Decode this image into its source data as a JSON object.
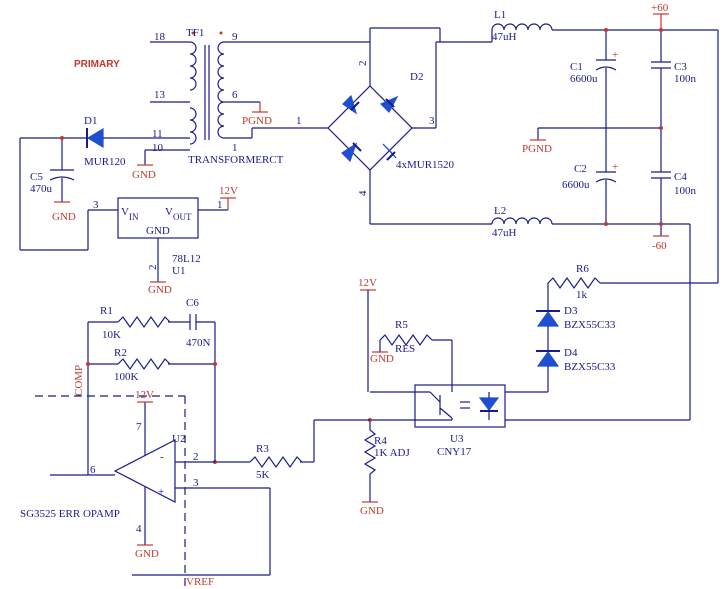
{
  "labels": {
    "tf1": "TF1",
    "primary": "PRIMARY",
    "transformer": "TRANSFORMERCT",
    "pin18": "18",
    "pin13": "13",
    "pin9": "9",
    "pin6": "6",
    "pin11": "11",
    "pin10": "10",
    "pin1a": "1",
    "pgnd_tf": "PGND",
    "gnd_tf": "GND",
    "d1": "D1",
    "d1_val": "MUR120",
    "c5": "C5",
    "c5_val": "470u",
    "gnd_c5": "GND",
    "u1_pin3": "3",
    "u1_vin": "V",
    "u1_vin_sub": "IN",
    "u1_vout": "V",
    "u1_vout_sub": "OUT",
    "u1_gnd": "GND",
    "u1_pin1": "1",
    "u1_pin2": "2",
    "u1_name": "U1",
    "u1_val": "78L12",
    "rail12_u1": "12V",
    "gnd_u1": "GND",
    "d2": "D2",
    "d2_val": "4xMUR1520",
    "br_pin1": "1",
    "br_pin2": "2",
    "br_pin3": "3",
    "br_pin4": "4",
    "l1": "L1",
    "l1_val": "47uH",
    "l2": "L2",
    "l2_val": "47uH",
    "c1": "C1",
    "c1_val": "6600u",
    "c2": "C2",
    "c2_val": "6600u",
    "c3": "C3",
    "c3_val": "100n",
    "c4": "C4",
    "c4_val": "100n",
    "plus": "+",
    "pos60": "+60",
    "neg60": "-60",
    "pgnd_mid": "PGND",
    "r6": "R6",
    "r6_val": "1k",
    "d3": "D3",
    "d3_val": "BZX55C33",
    "d4": "D4",
    "d4_val": "BZX55C33",
    "rail12_opto": "12V",
    "r5": "R5",
    "r5_val": "RES",
    "gnd_r5": "GND",
    "u3": "U3",
    "u3_val": "CNY17",
    "r1": "R1",
    "r1_val": "10K",
    "r2": "R2",
    "r2_val": "100K",
    "c6": "C6",
    "c6_val": "470N",
    "comp": "COMP",
    "rail12_u2": "12V",
    "u2": "U2",
    "u2_pin7": "7",
    "u2_pin2": "2",
    "u2_pin3": "3",
    "u2_pin6": "6",
    "u2_pin4": "4",
    "u2_minus": "-",
    "u2_plus": "+",
    "r3": "R3",
    "r3_val": "5K",
    "r4": "R4",
    "r4_val": "1K ADJ",
    "gnd_r4": "GND",
    "gnd_u2": "GND",
    "sg3525": "SG3525 ERR OPAMP",
    "vref": "VREF"
  },
  "colors": {
    "wire": "#1a1a8c",
    "power_net": "#c0392b",
    "diode_fill": "#1f4fd1"
  }
}
